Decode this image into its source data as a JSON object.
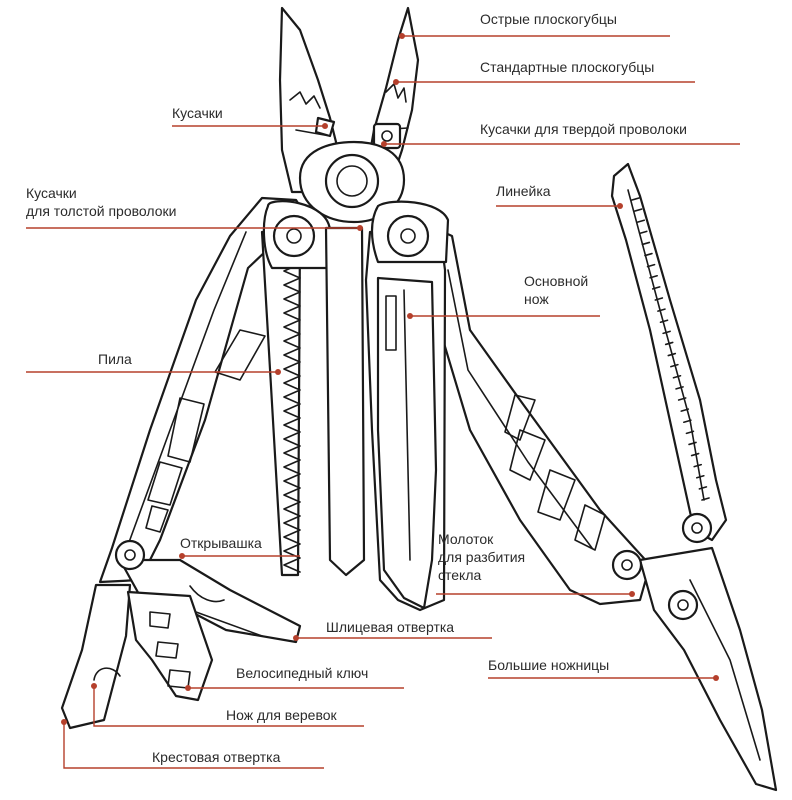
{
  "labels": {
    "sharp_pliers": "Острые плоскогубцы",
    "standard_pliers": "Стандартные плоскогубцы",
    "cutters": "Кусачки",
    "hard_wire_cutters": "Кусачки для твердой проволоки",
    "thick_wire_cutters_line1": "Кусачки",
    "thick_wire_cutters_line2": "для толстой проволоки",
    "ruler": "Линейка",
    "main_knife_line1": "Основной",
    "main_knife_line2": "нож",
    "saw": "Пила",
    "bottle_opener": "Открывашка",
    "glass_breaker_line1": "Молоток",
    "glass_breaker_line2": "для разбития",
    "glass_breaker_line3": "стекла",
    "flat_screwdriver": "Шлицевая отвертка",
    "bike_wrench": "Велосипедный ключ",
    "large_scissors": "Большие ножницы",
    "rope_knife": "Нож для веревок",
    "phillips_screwdriver": "Крестовая отвертка"
  },
  "colors": {
    "leader_line": "#b5402c",
    "outline": "#1a1a1a",
    "text": "#2b2b2b",
    "background": "#ffffff"
  }
}
